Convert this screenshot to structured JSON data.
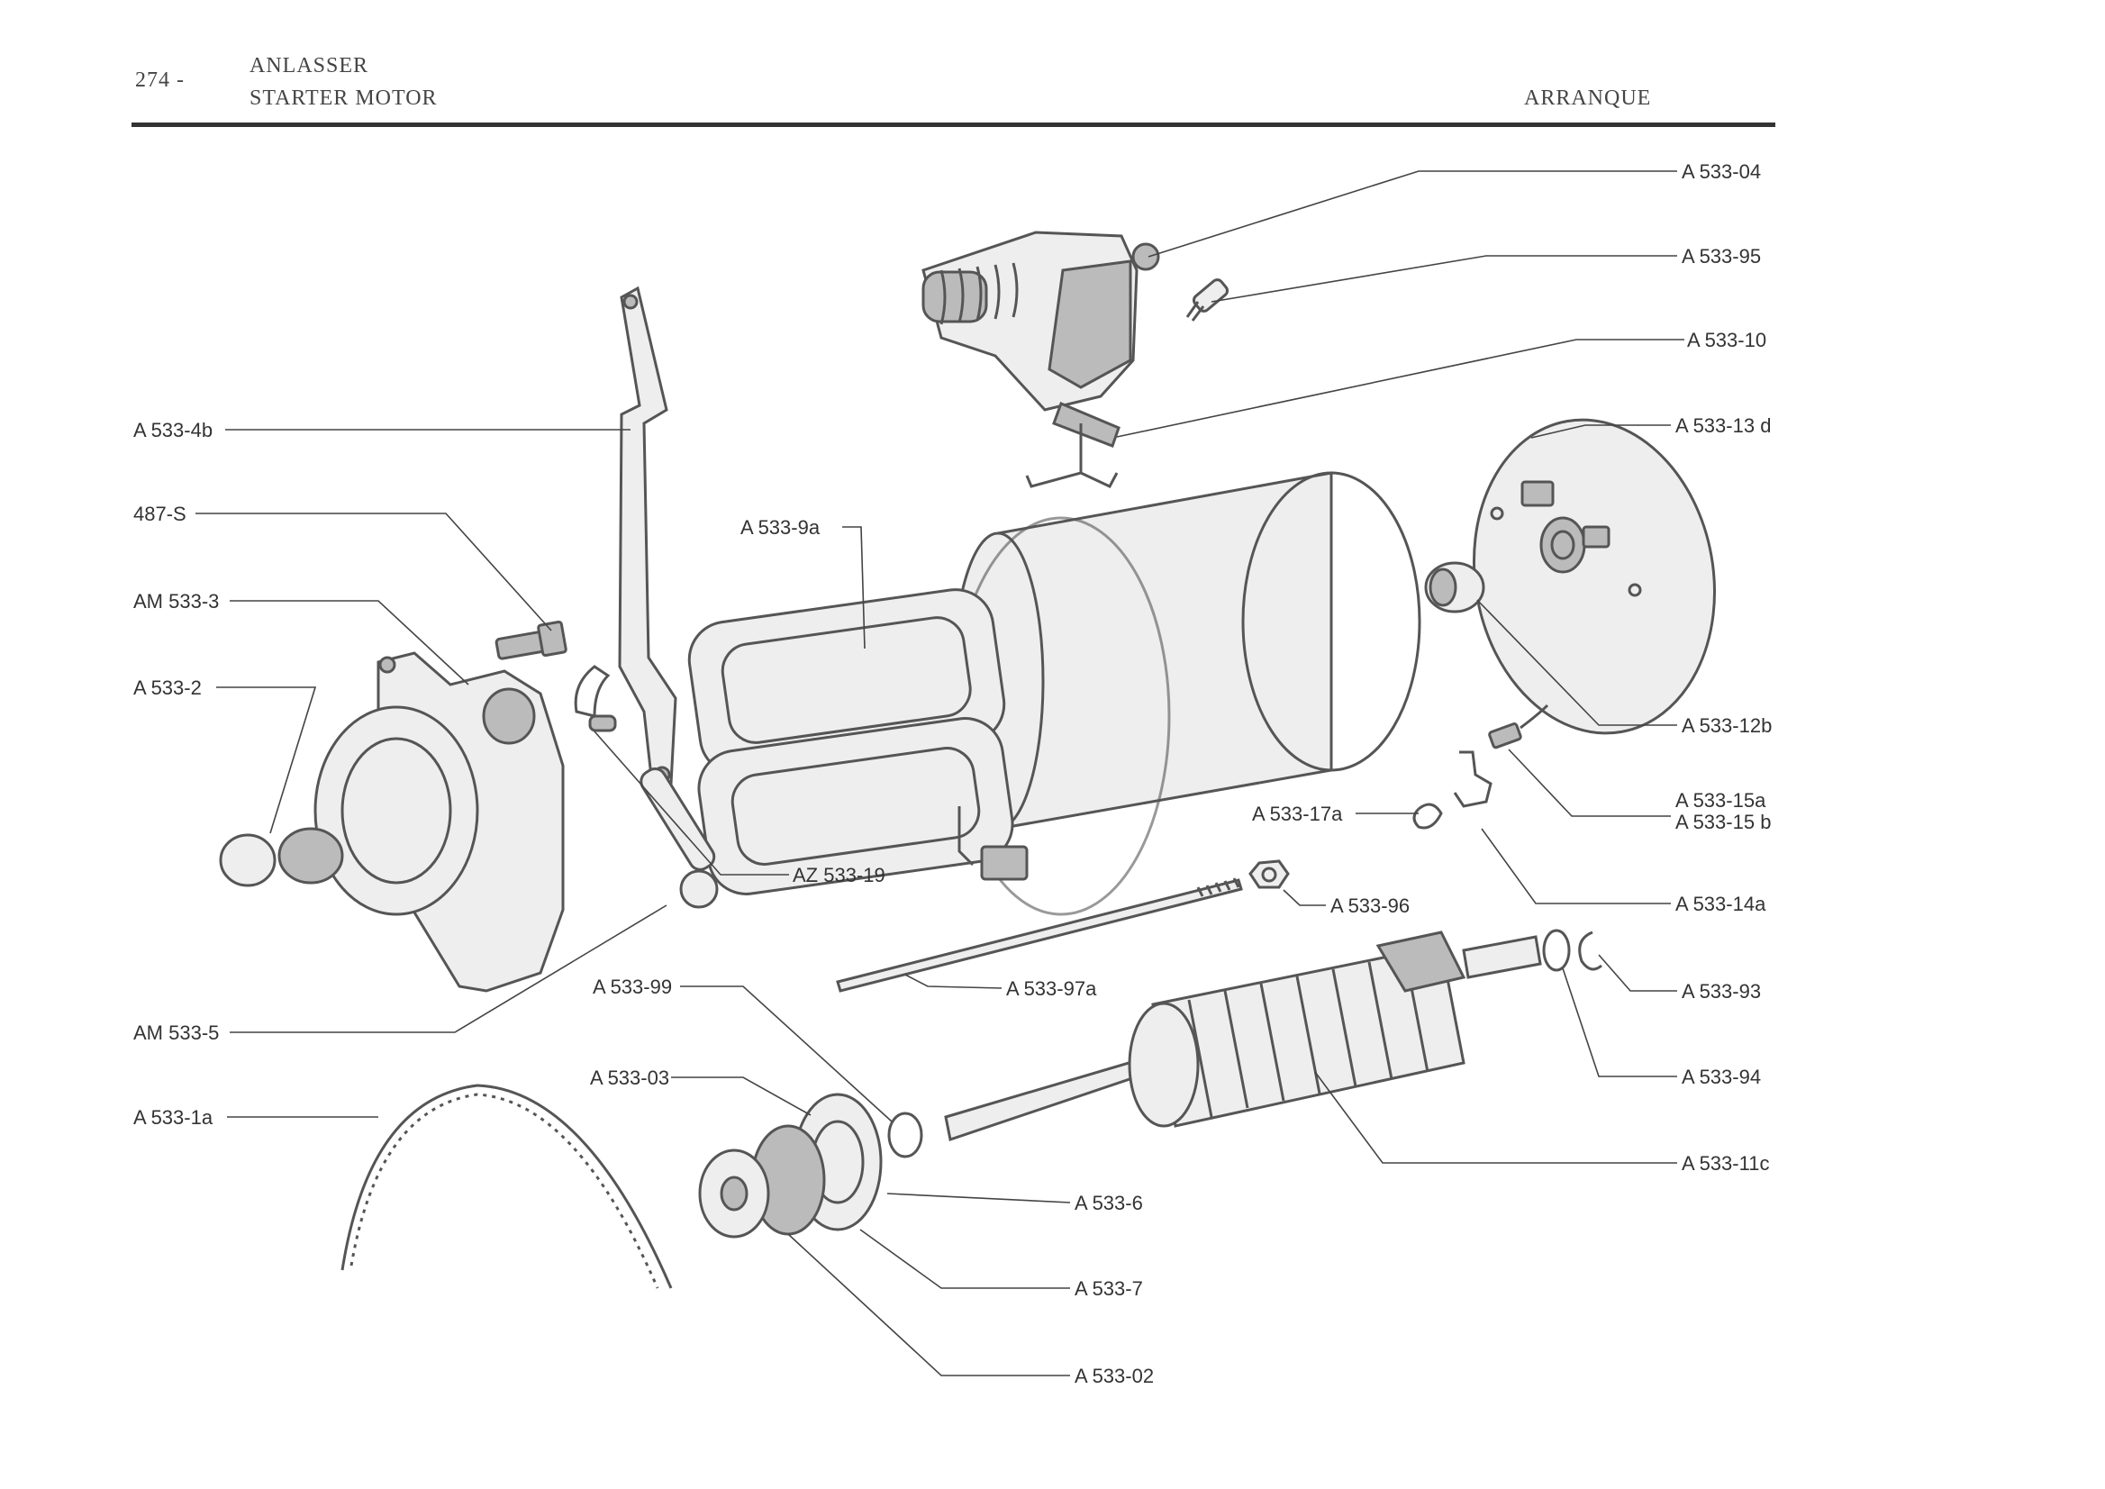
{
  "header": {
    "page_number": "274 -",
    "title_de": "ANLASSER",
    "title_en": "STARTER MOTOR",
    "title_es": "ARRANQUE"
  },
  "parts": [
    "A 533-04",
    "A 533-95",
    "A 533-10",
    "A 533-13 d",
    "A 533-12b",
    "A 533-15a",
    "A 533-15 b",
    "A 533-14a",
    "A 533-93",
    "A 533-94",
    "A 533-11c",
    "A 533-6",
    "A 533-7",
    "A 533-02",
    "A 533-03",
    "A 533-99",
    "A 533-97a",
    "A 533-96",
    "A 533-17a",
    "AZ 533-19",
    "A 533-9a",
    "A 533-4b",
    "487-S",
    "AM 533-3",
    "A 533-2",
    "AM 533-5",
    "A 533-1a"
  ]
}
